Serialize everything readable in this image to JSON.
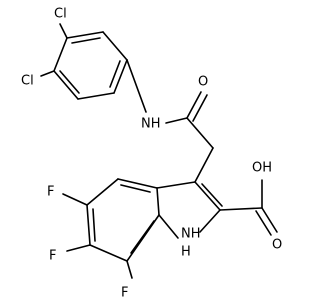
{
  "molecule": {
    "atom_labels": {
      "cl_para": "Cl",
      "cl_meta": "Cl",
      "amide_nh": "NH",
      "amide_o": "O",
      "acid_oh": "OH",
      "acid_o": "O",
      "f5": "F",
      "f6": "F",
      "f7": "F",
      "indole_nh": "NH",
      "indole_h": "H"
    },
    "colors": {
      "bond": "#000000",
      "label": "#000000",
      "background": "#ffffff"
    }
  }
}
